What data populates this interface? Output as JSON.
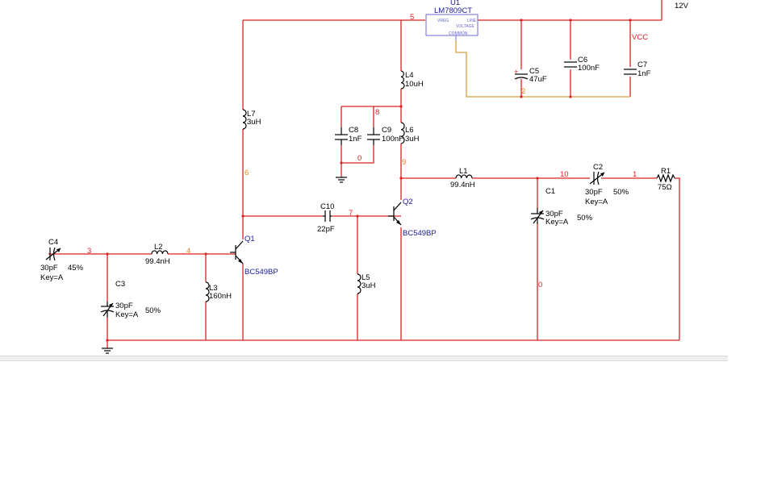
{
  "regulator": {
    "ref": "U1",
    "part": "LM7809CT",
    "pin_in": "VREG",
    "pin_out": "LINE",
    "pin_body": "VOLTAGE",
    "pin_com": "COMMON"
  },
  "supply": {
    "voltage": "12V",
    "rail": "VCC"
  },
  "components": {
    "C1": {
      "ref": "C1",
      "value": "30pF",
      "key": "Key=A",
      "percent": "50%"
    },
    "C2": {
      "ref": "C2",
      "value": "30pF",
      "key": "Key=A",
      "percent": "50%"
    },
    "C3": {
      "ref": "C3",
      "value": "30pF",
      "key": "Key=A",
      "percent": "50%"
    },
    "C4": {
      "ref": "C4",
      "value": "30pF",
      "key": "Key=A",
      "percent": "45%"
    },
    "C5": {
      "ref": "C5",
      "value": "47uF"
    },
    "C6": {
      "ref": "C6",
      "value": "100nF"
    },
    "C7": {
      "ref": "C7",
      "value": "1nF"
    },
    "C8": {
      "ref": "C8",
      "value": "1nF"
    },
    "C9": {
      "ref": "C9",
      "value": "100nF"
    },
    "C10": {
      "ref": "C10",
      "value": "22pF"
    },
    "L1": {
      "ref": "L1",
      "value": "99.4nH"
    },
    "L2": {
      "ref": "L2",
      "value": "99.4nH"
    },
    "L3": {
      "ref": "L3",
      "value": "160nH"
    },
    "L4": {
      "ref": "L4",
      "value": "10uH"
    },
    "L5": {
      "ref": "L5",
      "value": "3uH"
    },
    "L6": {
      "ref": "L6",
      "value": "3uH"
    },
    "L7": {
      "ref": "L7",
      "value": "3uH"
    },
    "R1": {
      "ref": "R1",
      "value": "75Ω"
    },
    "Q1": {
      "ref": "Q1",
      "part": "BC549BP"
    },
    "Q2": {
      "ref": "Q2",
      "part": "BC549BP"
    }
  },
  "nets": {
    "n0a": "0",
    "n0b": "0",
    "n1": "1",
    "n2": "2",
    "n3": "3",
    "n4": "4",
    "n5": "5",
    "n6": "6",
    "n7": "7",
    "n8": "8",
    "n9": "9",
    "n10": "10"
  }
}
